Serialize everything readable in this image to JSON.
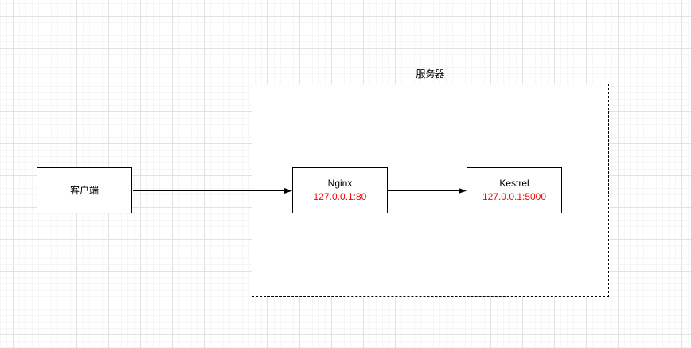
{
  "diagram": {
    "container": {
      "label": "服务器"
    },
    "nodes": [
      {
        "id": "client",
        "label": "客户端",
        "sublabel": ""
      },
      {
        "id": "nginx",
        "label": "Nginx",
        "sublabel": "127.0.0.1:80"
      },
      {
        "id": "kestrel",
        "label": "Kestrel",
        "sublabel": "127.0.0.1:5000"
      }
    ],
    "edges": [
      {
        "from": "client",
        "to": "nginx"
      },
      {
        "from": "nginx",
        "to": "kestrel"
      }
    ],
    "colors": {
      "node_border": "#000000",
      "node_fill": "#ffffff",
      "label_text": "#000000",
      "address_text": "#ff0000",
      "container_border": "#000000",
      "grid_major": "#e2e2e2",
      "grid_minor": "#f6f6f6"
    }
  }
}
